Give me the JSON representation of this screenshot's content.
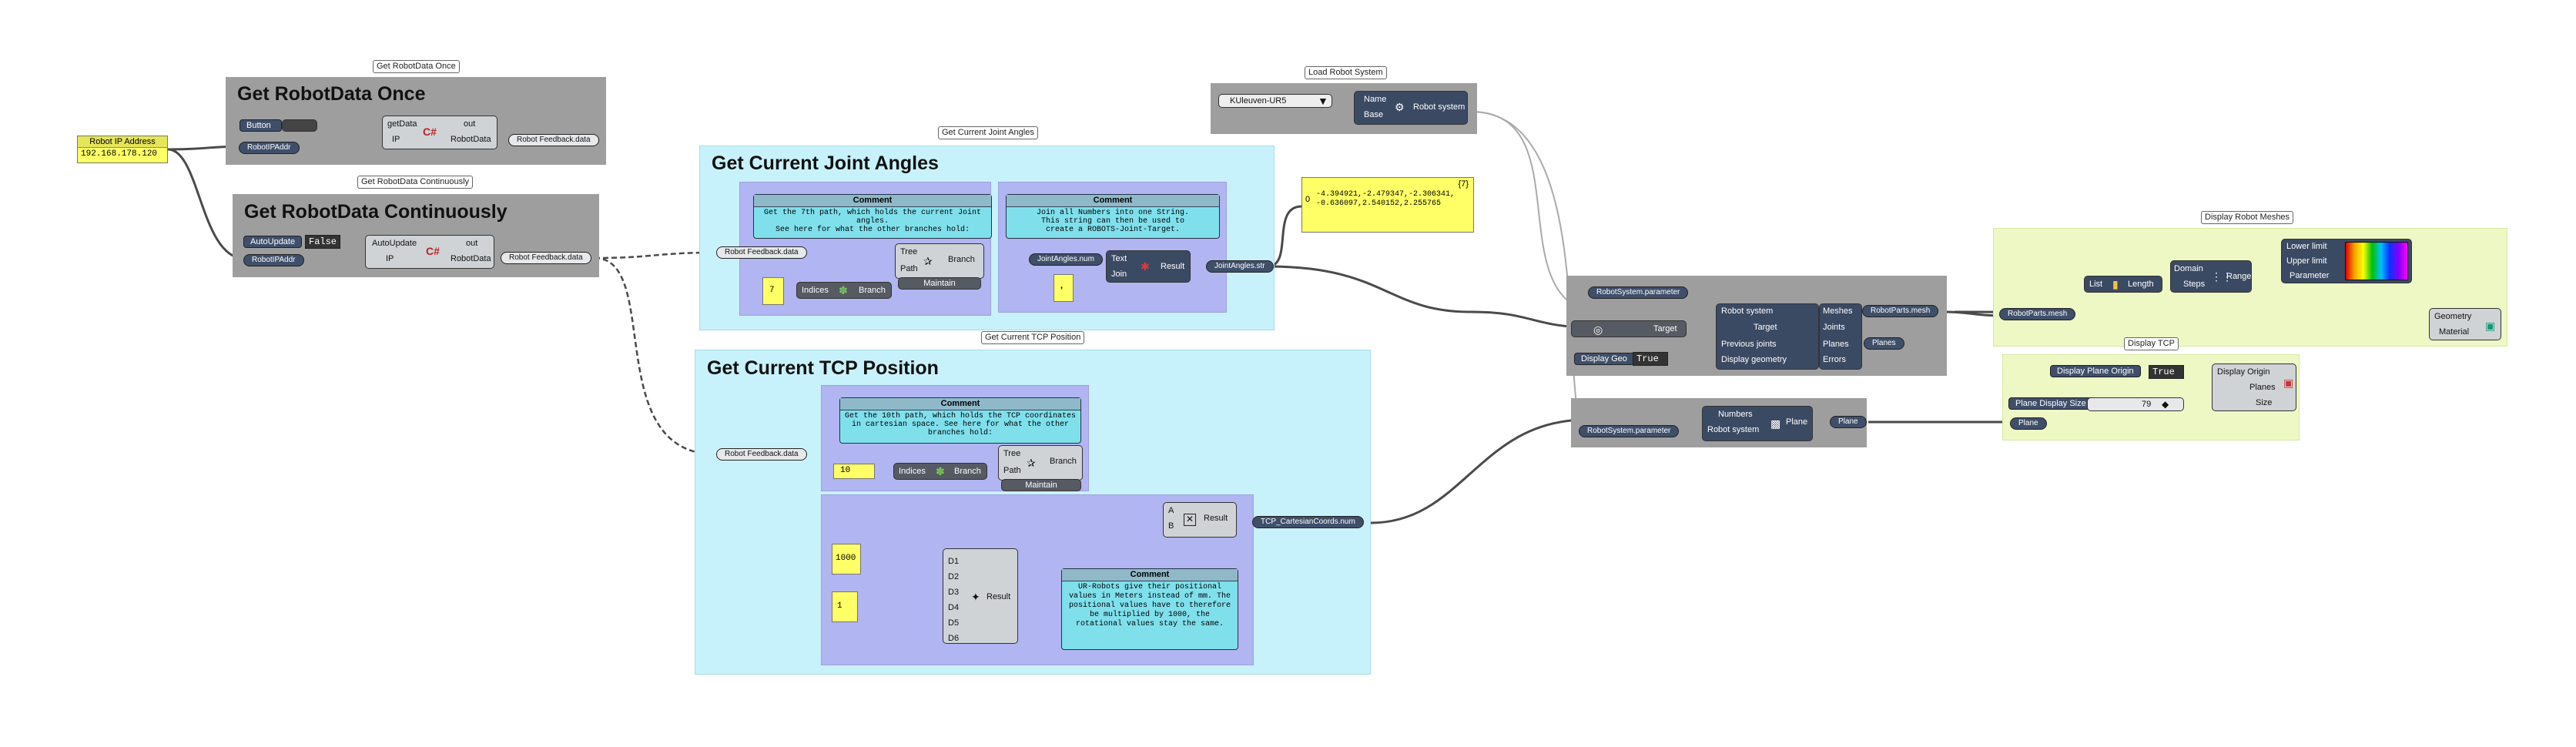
{
  "tags": {
    "once": "Get RobotData Once",
    "continuously": "Get RobotData Continuously",
    "joint": "Get Current Joint Angles",
    "tcp": "Get Current TCP Position",
    "load": "Load Robot System",
    "meshes": "Display Robot Meshes",
    "displaytcp": "Display TCP"
  },
  "groups": {
    "once": "Get RobotData Once",
    "continuously": "Get RobotData Continuously",
    "joint": "Get Current Joint Angles",
    "tcp": "Get Current TCP Position"
  },
  "ip_panel": {
    "title": "Robot IP Address",
    "value": "192.168.178.120"
  },
  "once": {
    "button": "Button",
    "ip_param": "RobotIPAddr",
    "getdata": "getData",
    "ip": "IP",
    "out": "out",
    "robotdata": "RobotData",
    "feedback": "Robot Feedback.data"
  },
  "cont": {
    "autoupdate_label": "AutoUpdate",
    "toggle": "False",
    "ip_param": "RobotIPAddr",
    "autoupdate": "AutoUpdate",
    "ip": "IP",
    "out": "out",
    "robotdata": "RobotData",
    "feedback": "Robot Feedback.data"
  },
  "joint": {
    "comment1_title": "Comment",
    "comment1_body": "Get the 7th path, which holds the current Joint angles.\nSee here for what the other branches hold:",
    "comment2_title": "Comment",
    "comment2_body": "Join all Numbers into one String.\nThis string can then be used to\ncreate a ROBOTS-Joint-Target.",
    "feedback": "Robot Feedback.data",
    "index": "7",
    "indices": "Indices",
    "branch": "Branch",
    "tree": "Tree",
    "path": "Path",
    "branch_out": "Branch",
    "maintain": "Maintain",
    "anglesnum": "JointAngles.num",
    "text": "Text",
    "join": "Join",
    "separator": ",",
    "result": "Result",
    "anglesstr": "JointAngles.str"
  },
  "out_panel": {
    "count": "{7}",
    "line1": "-4.394921,-2.479347,-2.306341,",
    "line2": "-0.636097,2.540152,2.255765",
    "index": "0"
  },
  "load": {
    "dropdown": "KUleuven-UR5",
    "name": "Name",
    "base": "Base",
    "robot_system": "Robot system"
  },
  "kin": {
    "param": "RobotSystem.parameter",
    "target_in": "Target",
    "display_label": "Display Geo",
    "toggle": "True",
    "robot_system": "Robot system",
    "target": "Target",
    "prev_joints": "Previous joints",
    "display_geo": "Display geometry",
    "meshes": "Meshes",
    "joints": "Joints",
    "planes": "Planes",
    "errors": "Errors",
    "meshes_out": "RobotParts.mesh",
    "planes_out": "Planes"
  },
  "tcp": {
    "comment_title": "Comment",
    "comment_body": "Get the 10th path, which holds the TCP coordinates in cartesian space. See here for what the other branches hold:",
    "feedback": "Robot Feedback.data",
    "index": "10",
    "indices": "Indices",
    "branch": "Branch",
    "tree": "Tree",
    "path": "Path",
    "branch_out": "Branch",
    "maintain": "Maintain",
    "a": "A",
    "b": "B",
    "result": "Result",
    "coords": "TCP_CartesianCoords.num",
    "num1000": "1000",
    "num1": "1",
    "d1": "D1",
    "d2": "D2",
    "d3": "D3",
    "d4": "D4",
    "d5": "D5",
    "d6": "D6",
    "expr_result": "Result",
    "comment2_title": "Comment",
    "comment2_body": "UR-Robots give their positional values in Meters instead of mm. The positional values have to therefore be multiplied by 1000, the rotational values stay the same."
  },
  "plane": {
    "param": "RobotSystem.parameter",
    "numbers": "Numbers",
    "robot_system": "Robot system",
    "plane": "Plane",
    "out": "Plane"
  },
  "meshes": {
    "in": "RobotParts.mesh",
    "list": "List",
    "length": "Length",
    "domain": "Domain",
    "steps": "Steps",
    "range": "Range",
    "lower": "Lower limit",
    "upper": "Upper limit",
    "parameter": "Parameter",
    "geometry": "Geometry",
    "material": "Material"
  },
  "dtcp": {
    "origin_label": "Display Plane Origin",
    "toggle": "True",
    "size_label": "Plane Display Size",
    "slider": "79",
    "plane": "Plane",
    "display_origin": "Display Origin",
    "planes": "Planes",
    "size": "Size"
  }
}
